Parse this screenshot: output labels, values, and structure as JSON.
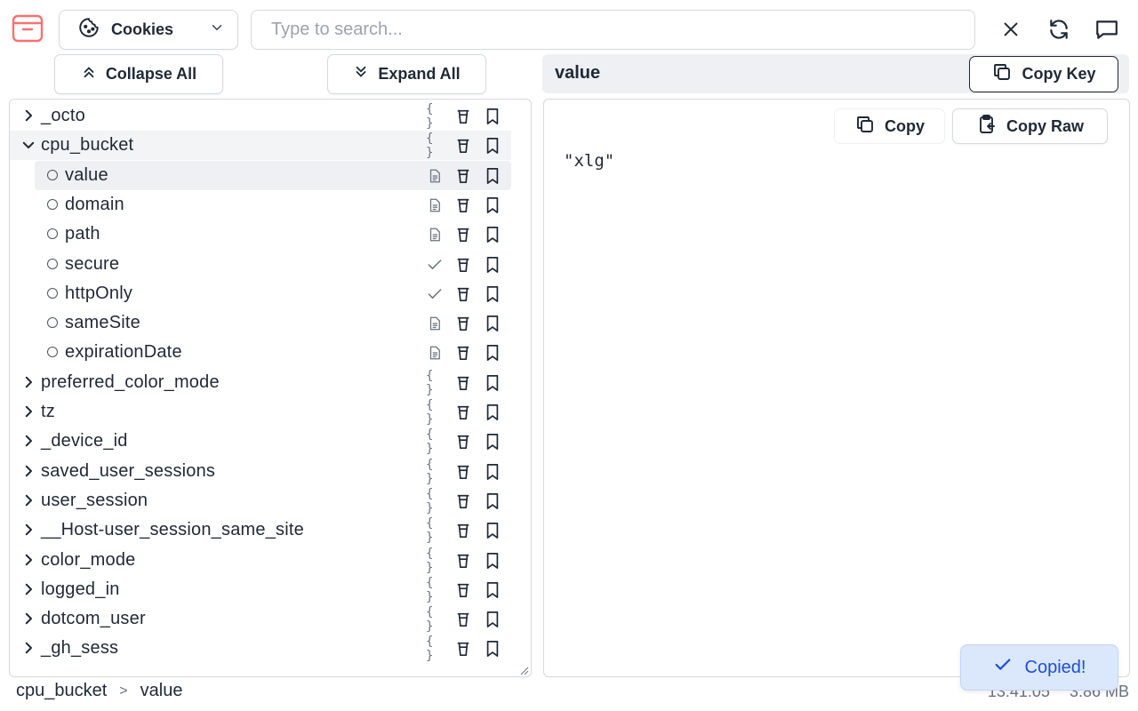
{
  "header": {
    "source_select": {
      "label": "Cookies",
      "icon": "cookie-icon"
    },
    "search": {
      "value": "",
      "placeholder": "Type to search..."
    },
    "icons": [
      "close-icon",
      "refresh-icon",
      "message-icon"
    ]
  },
  "toolbar": {
    "collapse_label": "Collapse All",
    "expand_label": "Expand All"
  },
  "tree": {
    "items": [
      {
        "label": "_octo",
        "type": "object",
        "expanded": false
      },
      {
        "label": "cpu_bucket",
        "type": "object",
        "expanded": true,
        "children": [
          {
            "label": "value",
            "type": "string",
            "selected": true
          },
          {
            "label": "domain",
            "type": "string"
          },
          {
            "label": "path",
            "type": "string"
          },
          {
            "label": "secure",
            "type": "boolean"
          },
          {
            "label": "httpOnly",
            "type": "boolean"
          },
          {
            "label": "sameSite",
            "type": "string"
          },
          {
            "label": "expirationDate",
            "type": "string"
          }
        ]
      },
      {
        "label": "preferred_color_mode",
        "type": "object",
        "expanded": false
      },
      {
        "label": "tz",
        "type": "object",
        "expanded": false
      },
      {
        "label": "_device_id",
        "type": "object",
        "expanded": false
      },
      {
        "label": "saved_user_sessions",
        "type": "object",
        "expanded": false
      },
      {
        "label": "user_session",
        "type": "object",
        "expanded": false
      },
      {
        "label": "__Host-user_session_same_site",
        "type": "object",
        "expanded": false
      },
      {
        "label": "color_mode",
        "type": "object",
        "expanded": false
      },
      {
        "label": "logged_in",
        "type": "object",
        "expanded": false
      },
      {
        "label": "dotcom_user",
        "type": "object",
        "expanded": false
      },
      {
        "label": "_gh_sess",
        "type": "object",
        "expanded": false
      }
    ]
  },
  "detail": {
    "key_name": "value",
    "copy_key_label": "Copy Key",
    "copy_label": "Copy",
    "copy_raw_label": "Copy Raw",
    "value": "\"xlg\""
  },
  "footer": {
    "breadcrumb": [
      "cpu_bucket",
      "value"
    ],
    "separator": ">",
    "time": "13:41:05",
    "memory": "3.86 MB"
  },
  "toast": {
    "label": "Copied!"
  },
  "colors": {
    "accent": "#1d4ed8",
    "logo": "#f87171",
    "toast_bg": "#dbe7fb"
  }
}
